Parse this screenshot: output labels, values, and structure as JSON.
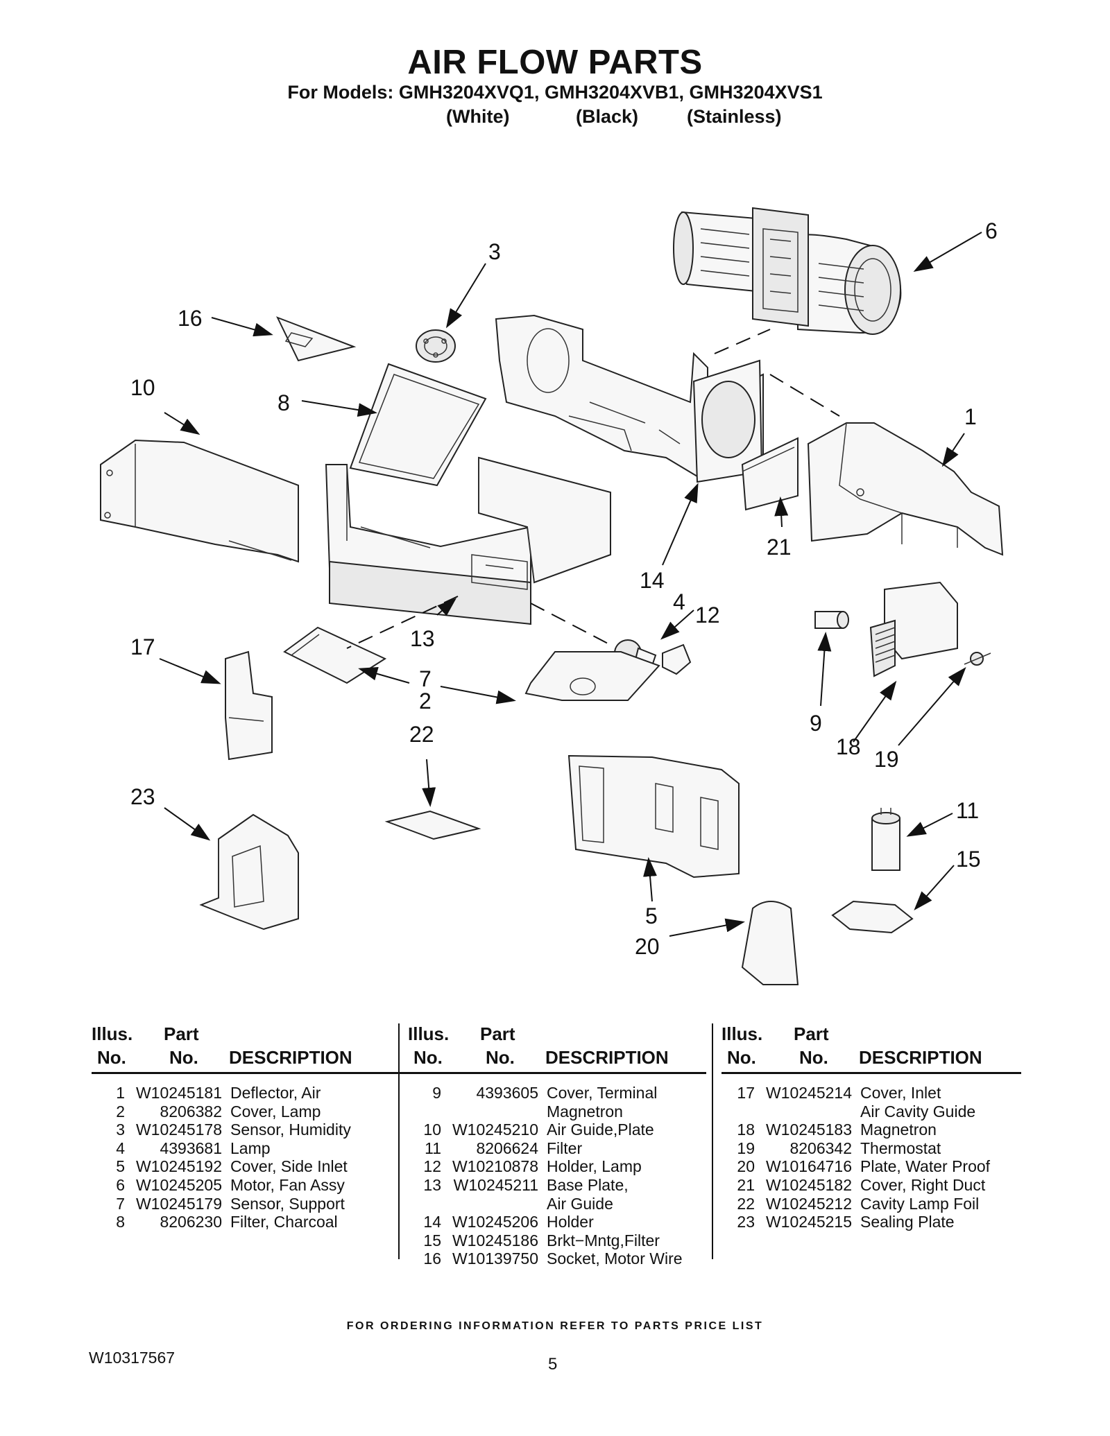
{
  "header": {
    "title": "AIR FLOW PARTS",
    "models_line": "For Models: GMH3204XVQ1, GMH3204XVB1, GMH3204XVS1",
    "variants": [
      "(White)",
      "(Black)",
      "(Stainless)"
    ]
  },
  "diagram": {
    "callouts": [
      "1",
      "2",
      "3",
      "4",
      "5",
      "6",
      "7",
      "8",
      "9",
      "10",
      "11",
      "12",
      "13",
      "14",
      "15",
      "16",
      "17",
      "18",
      "19",
      "20",
      "21",
      "22",
      "23"
    ]
  },
  "table": {
    "headers": {
      "illus": "Illus.",
      "no": "No.",
      "part": "Part",
      "part_no": "No.",
      "description": "DESCRIPTION"
    },
    "columns": [
      [
        {
          "no": "1",
          "part": "W10245181",
          "desc": [
            "Deflector, Air"
          ]
        },
        {
          "no": "2",
          "part": "8206382",
          "desc": [
            "Cover, Lamp"
          ]
        },
        {
          "no": "3",
          "part": "W10245178",
          "desc": [
            "Sensor, Humidity"
          ]
        },
        {
          "no": "4",
          "part": "4393681",
          "desc": [
            "Lamp"
          ]
        },
        {
          "no": "5",
          "part": "W10245192",
          "desc": [
            "Cover, Side Inlet"
          ]
        },
        {
          "no": "6",
          "part": "W10245205",
          "desc": [
            "Motor, Fan Assy"
          ]
        },
        {
          "no": "7",
          "part": "W10245179",
          "desc": [
            "Sensor, Support"
          ]
        },
        {
          "no": "8",
          "part": "8206230",
          "desc": [
            "Filter, Charcoal"
          ]
        }
      ],
      [
        {
          "no": "9",
          "part": "4393605",
          "desc": [
            "Cover, Terminal",
            "Magnetron"
          ]
        },
        {
          "no": "10",
          "part": "W10245210",
          "desc": [
            "Air Guide,Plate"
          ]
        },
        {
          "no": "11",
          "part": "8206624",
          "desc": [
            "Filter"
          ]
        },
        {
          "no": "12",
          "part": "W10210878",
          "desc": [
            "Holder, Lamp"
          ]
        },
        {
          "no": "13",
          "part": "W10245211",
          "desc": [
            "Base Plate,",
            "Air Guide"
          ]
        },
        {
          "no": "14",
          "part": "W10245206",
          "desc": [
            "Holder"
          ]
        },
        {
          "no": "15",
          "part": "W10245186",
          "desc": [
            "Brkt−Mntg,Filter"
          ]
        },
        {
          "no": "16",
          "part": "W10139750",
          "desc": [
            "Socket, Motor Wire"
          ]
        }
      ],
      [
        {
          "no": "17",
          "part": "W10245214",
          "desc": [
            "Cover, Inlet",
            "Air Cavity Guide"
          ]
        },
        {
          "no": "18",
          "part": "W10245183",
          "desc": [
            "Magnetron"
          ]
        },
        {
          "no": "19",
          "part": "8206342",
          "desc": [
            "Thermostat"
          ]
        },
        {
          "no": "20",
          "part": "W10164716",
          "desc": [
            "Plate, Water Proof"
          ]
        },
        {
          "no": "21",
          "part": "W10245182",
          "desc": [
            "Cover, Right Duct"
          ]
        },
        {
          "no": "22",
          "part": "W10245212",
          "desc": [
            "Cavity Lamp Foil"
          ]
        },
        {
          "no": "23",
          "part": "W10245215",
          "desc": [
            "Sealing Plate"
          ]
        }
      ]
    ]
  },
  "footer": {
    "ordering_note": "FOR ORDERING INFORMATION REFER TO PARTS PRICE LIST",
    "doc_number": "W10317567",
    "page_number": "5"
  }
}
